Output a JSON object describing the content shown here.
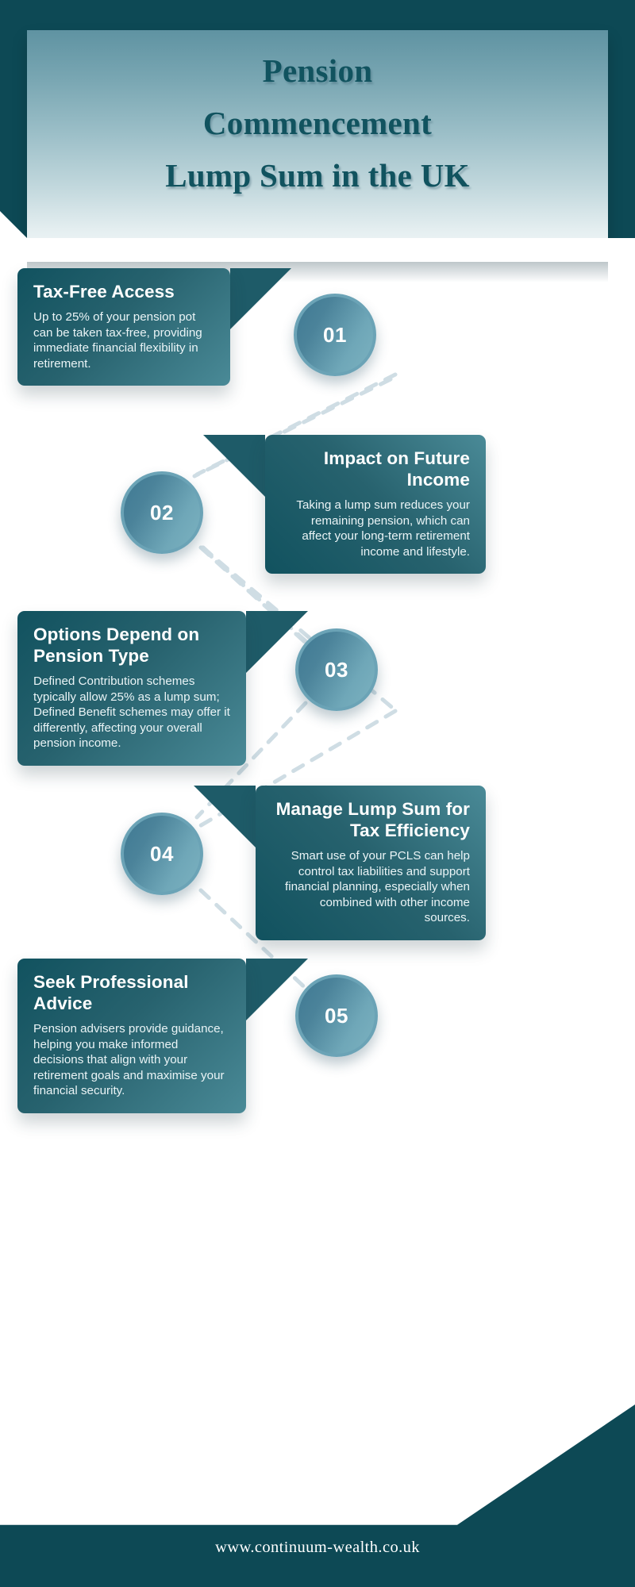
{
  "header": {
    "title_lines": [
      "Pension",
      "Commencement",
      "Lump Sum in the UK"
    ]
  },
  "steps": [
    {
      "number": "01",
      "title": "Tax-Free Access",
      "body": "Up to 25% of your pension pot can be taken tax-free, providing immediate financial flexibility in retirement.",
      "side": "left"
    },
    {
      "number": "02",
      "title": "Impact on Future Income",
      "body": "Taking a lump sum reduces your remaining pension, which can affect your long-term retirement income and lifestyle.",
      "side": "right"
    },
    {
      "number": "03",
      "title": "Options Depend on Pension Type",
      "body": "Defined Contribution schemes typically allow 25% as a lump sum; Defined Benefit schemes may offer it differently, affecting your overall pension income.",
      "side": "left"
    },
    {
      "number": "04",
      "title": "Manage Lump Sum for Tax Efficiency",
      "body": "Smart use of your PCLS can help control tax liabilities and support financial planning, especially when combined with other income sources.",
      "side": "right"
    },
    {
      "number": "05",
      "title": "Seek Professional Advice",
      "body": "Pension advisers provide guidance, helping you make informed decisions that align with your retirement goals and maximise your financial security.",
      "side": "left"
    }
  ],
  "footer": {
    "url": "www.continuum-wealth.co.uk"
  },
  "colors": {
    "brand_dark_teal": "#0d4955",
    "card_dark": "#11525f",
    "card_light": "#4a8a97",
    "circle_blue": "#4b839a",
    "connector": "#cfdde4"
  }
}
